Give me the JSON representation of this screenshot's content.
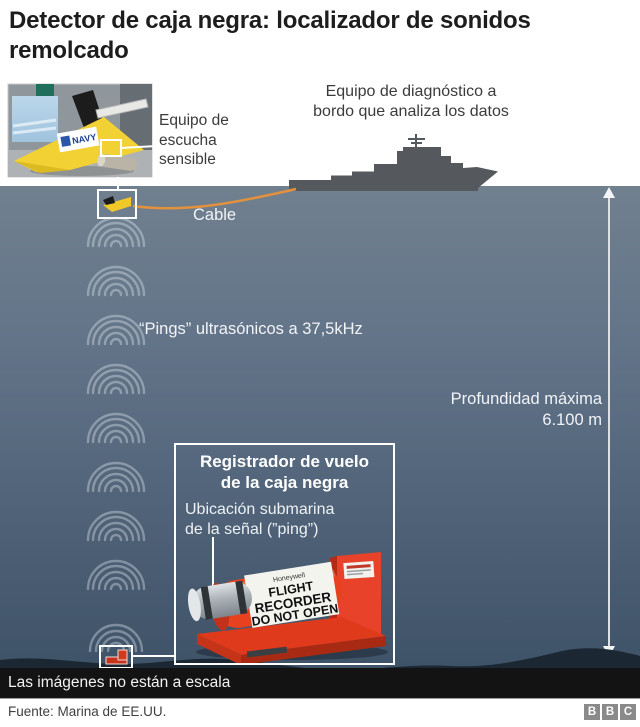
{
  "title": "Detector de caja negra: localizador de sonidos\nremolcado",
  "labels": {
    "listening_device": "Equipo de\nescucha\nsensible",
    "diagnostic_equipment": "Equipo de diagnóstico a\nbordo que analiza los datos",
    "cable": "Cable",
    "pings": "“Pings” ultrasónicos a 37,5kHz",
    "max_depth": "Profundidad máxima\n6.100 m"
  },
  "recorder_box": {
    "title": "Registrador de vuelo\nde la caja negra",
    "subtitle": "Ubicación submarina\nde la señal (”ping”)",
    "device_brand": "Honeywell",
    "device_label_line1": "FLIGHT",
    "device_label_line2": "RECORDER",
    "device_label_line3": "DO NOT OPEN"
  },
  "photo": {
    "sticker": "NAVY"
  },
  "footer": {
    "note": "Las imágenes no están a escala",
    "source": "Fuente: Marina de EE.UU.",
    "logo_letters": [
      "B",
      "B",
      "C"
    ]
  },
  "colors": {
    "water_top": "#70808f",
    "water_bottom": "#3e5268",
    "seafloor": "#1b2733",
    "note_bar": "#131313",
    "cable_orange": "#e2913c",
    "device_yellow": "#f1d133",
    "recorder_red": "#e8411f",
    "ship_gray": "#55595d"
  }
}
